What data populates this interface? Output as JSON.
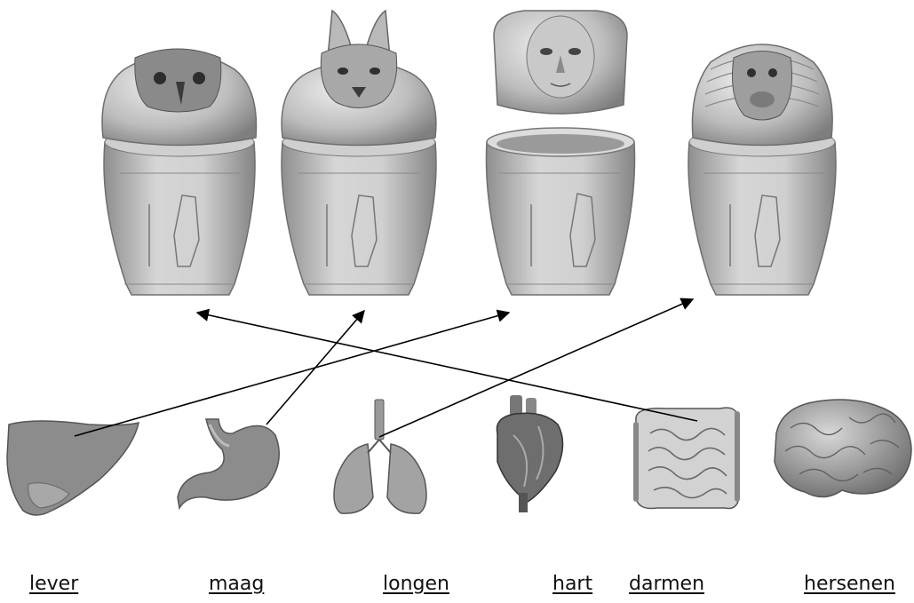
{
  "organs": [
    {
      "id": "lever",
      "label": "lever",
      "icon": "liver-icon"
    },
    {
      "id": "maag",
      "label": "maag",
      "icon": "stomach-icon"
    },
    {
      "id": "longen",
      "label": "longen",
      "icon": "lungs-icon"
    },
    {
      "id": "hart",
      "label": "hart",
      "icon": "heart-icon"
    },
    {
      "id": "darmen",
      "label": "darmen",
      "icon": "intestines-icon"
    },
    {
      "id": "hersenen",
      "label": "hersenen",
      "icon": "brain-icon"
    }
  ],
  "jars": [
    {
      "id": "falcon",
      "icon": "falcon-head-jar"
    },
    {
      "id": "jackal",
      "icon": "jackal-head-jar"
    },
    {
      "id": "human",
      "icon": "human-head-jar"
    },
    {
      "id": "baboon",
      "icon": "baboon-head-jar"
    }
  ],
  "connections": [
    {
      "from": "lever",
      "to": "human"
    },
    {
      "from": "maag",
      "to": "jackal"
    },
    {
      "from": "longen",
      "to": "baboon"
    },
    {
      "from": "darmen",
      "to": "falcon"
    }
  ],
  "colors": {
    "stone_light": "#e4e4e4",
    "stone_mid": "#b8b8b8",
    "stone_dark": "#7d7d7d",
    "organ_fill": "#8e8e8e",
    "arrow": "#000000"
  }
}
